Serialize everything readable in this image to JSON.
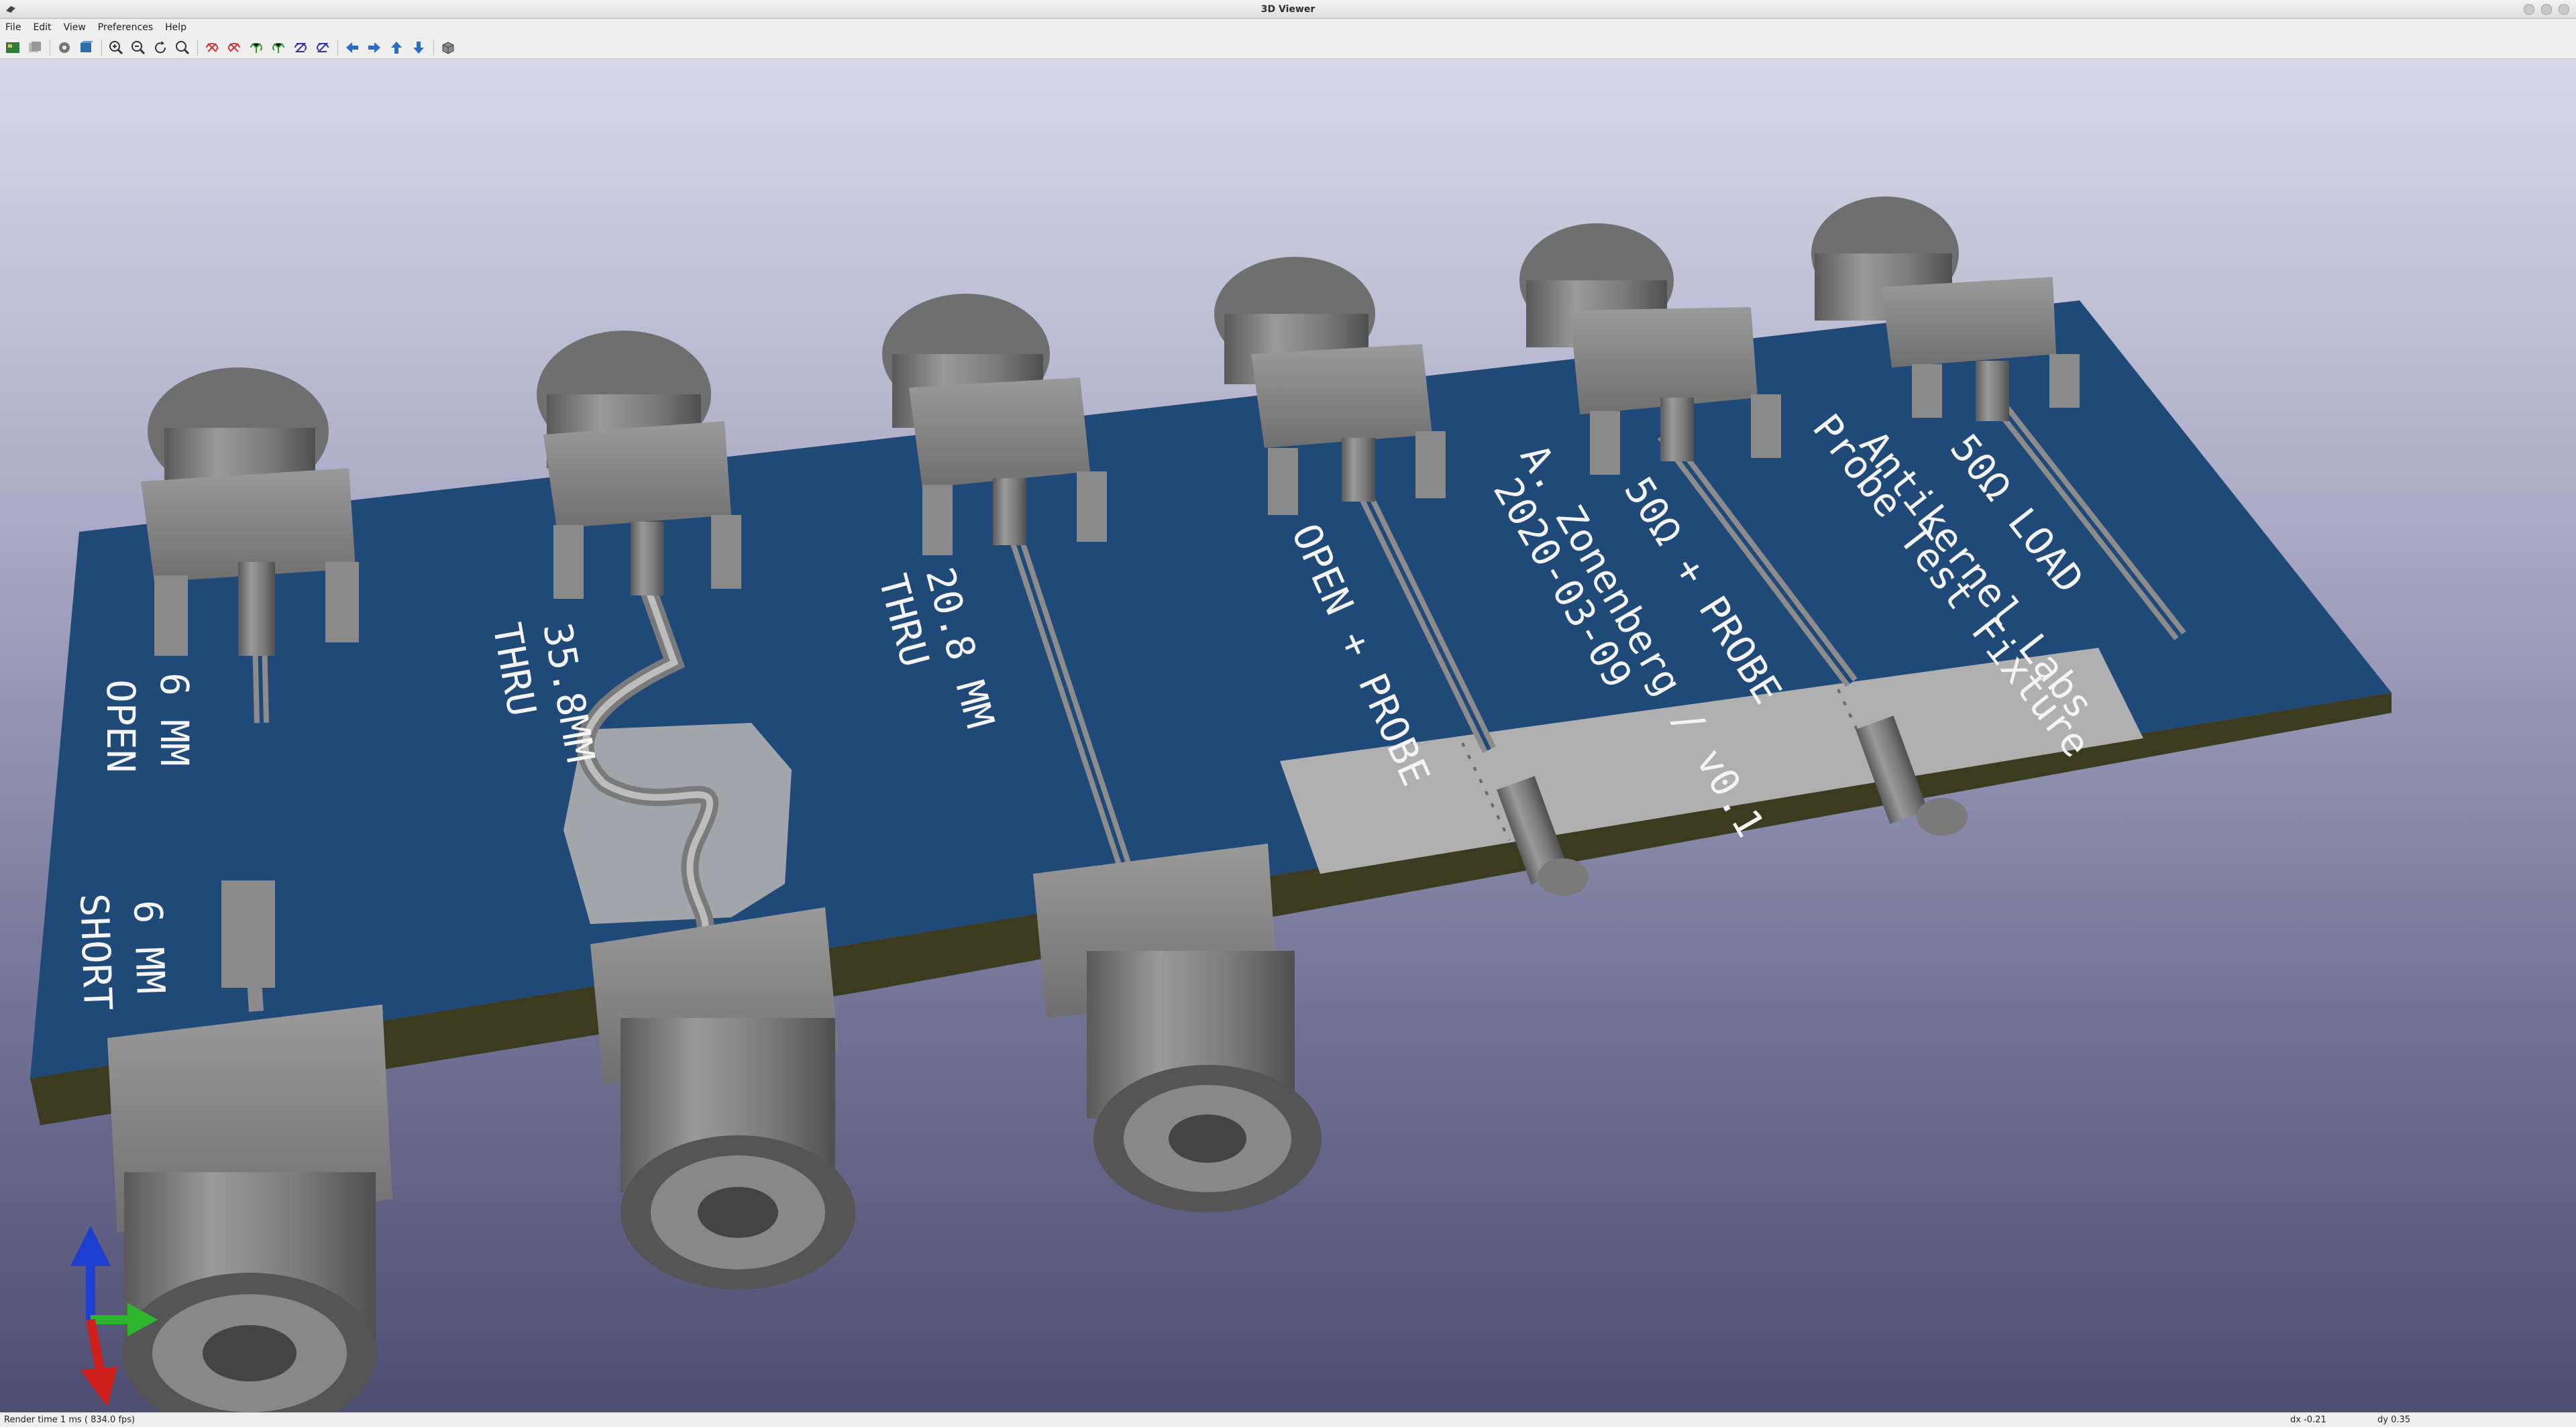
{
  "window": {
    "title": "3D Viewer"
  },
  "menu": {
    "items": [
      "File",
      "Edit",
      "View",
      "Preferences",
      "Help"
    ]
  },
  "toolbar": {
    "buttons": [
      "reload-board-icon",
      "copy-image-icon",
      "settings-gear-icon",
      "raytracing-icon",
      "zoom-in-icon",
      "zoom-out-icon",
      "redraw-icon",
      "zoom-fit-icon",
      "rotate-x-cw-icon",
      "rotate-x-ccw-icon",
      "rotate-y-cw-icon",
      "rotate-y-ccw-icon",
      "rotate-z-cw-icon",
      "rotate-z-ccw-icon",
      "move-left-icon",
      "move-right-icon",
      "move-up-icon",
      "move-down-icon",
      "view-ortho-icon"
    ]
  },
  "board": {
    "labels": {
      "open6": [
        "6 MM",
        "OPEN"
      ],
      "thru358": [
        "35.8MM",
        "THRU"
      ],
      "thru208": [
        "20.8 MM",
        "THRU"
      ],
      "open_probe": "OPEN + PROBE",
      "author": [
        "A. Zonenberg / v0.1",
        "2020-03-09"
      ],
      "probe50": "50Ω + PROBE",
      "fixture": [
        "Antikernel Labs",
        "Probe Test Fixture"
      ],
      "load50": "50Ω LOAD",
      "short6": [
        "6 MM",
        "SHORT"
      ]
    },
    "colors": {
      "solder_mask": "#1f4a78",
      "silkscreen": "#f4f4f4",
      "connector": "#7d7d7d",
      "board_edge": "#3b3b1f",
      "pad": "#b5b5b5"
    }
  },
  "status": {
    "render": "Render time 1 ms ( 834.0 fps)",
    "dx": "dx -0.21",
    "dy": "dy 0.35"
  }
}
